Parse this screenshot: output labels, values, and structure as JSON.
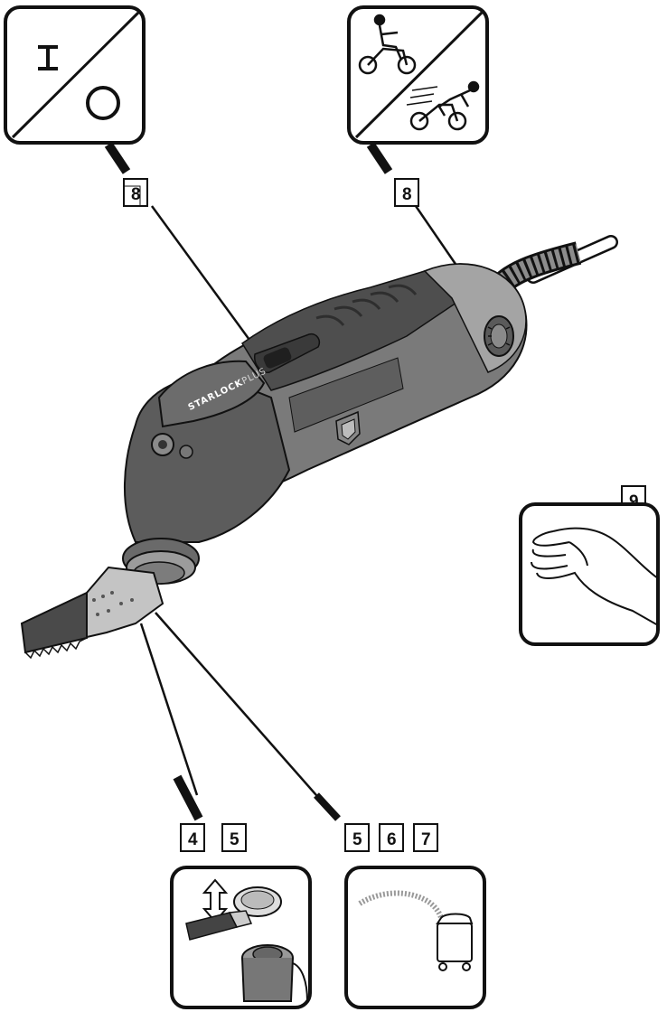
{
  "callouts": {
    "onoff_tag": "8",
    "speed_tag": "8",
    "hand_tag": "9",
    "blade_tag_a": "4",
    "blade_tag_b": "5",
    "dust_tag_a": "5",
    "dust_tag_b": "6",
    "dust_tag_c": "7"
  },
  "panels": {
    "onoff_symbols": {
      "on": "I",
      "off": "O"
    }
  },
  "tool": {
    "brand_label_bold": "STARLOCK",
    "brand_label_light": "PLUS"
  },
  "icons": {
    "onoff": "on-off-symbol-icon",
    "speed": "speed-bicycle-icon",
    "hand": "hand-grip-icon",
    "blade": "blade-change-icon",
    "dust": "dust-extraction-icon",
    "logo": "brand-shield-logo-icon"
  },
  "colors": {
    "line": "#111111",
    "tool_dark": "#4a4a4a",
    "tool_mid": "#6e6e6e",
    "tool_light": "#9a9a9a",
    "blade_metal": "#bdbdbd"
  }
}
